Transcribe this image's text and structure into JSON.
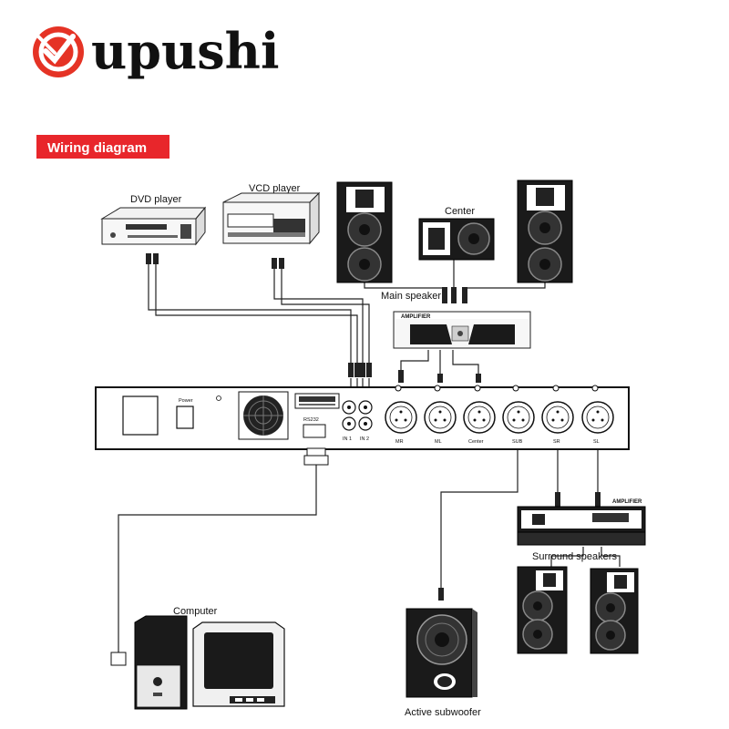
{
  "brand": {
    "name": "upushi",
    "accent": "#e53325"
  },
  "banner": {
    "text": "Wiring diagram",
    "color": "#e8262b"
  },
  "devices": {
    "dvd": "DVD player",
    "vcd": "VCD player",
    "center": "Center",
    "main_speaker": "Main speaker",
    "computer": "Computer",
    "subwoofer": "Active subwoofer",
    "surround": "Surround speakers"
  },
  "processor": {
    "power": "Power",
    "rs232": "RS232",
    "in1": "IN 1",
    "in2": "IN 2",
    "ports": [
      "MR",
      "ML",
      "Center",
      "SUB",
      "SR",
      "SL"
    ]
  },
  "amplifier": {
    "top_label": "AMPLIFIER",
    "bottom_label": "AMPLIFIER"
  },
  "colors": {
    "line": "#222222",
    "device_dark": "#1a1a1a",
    "device_light": "#f4f4f4"
  }
}
